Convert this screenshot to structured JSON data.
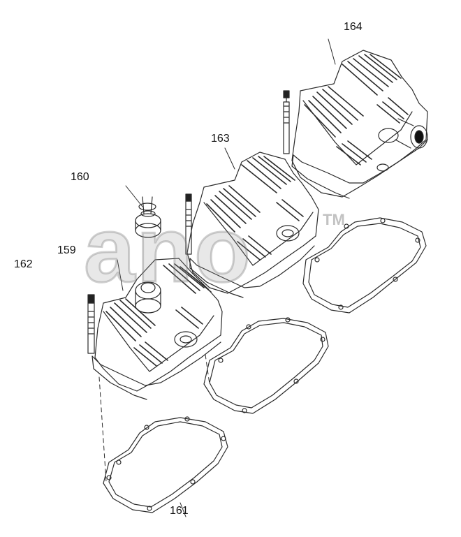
{
  "watermark": {
    "text": "ano",
    "tm": "TM"
  },
  "callouts": {
    "p159": "159",
    "p160": "160",
    "p161": "161",
    "p162": "162",
    "p163": "163",
    "p164": "164"
  }
}
